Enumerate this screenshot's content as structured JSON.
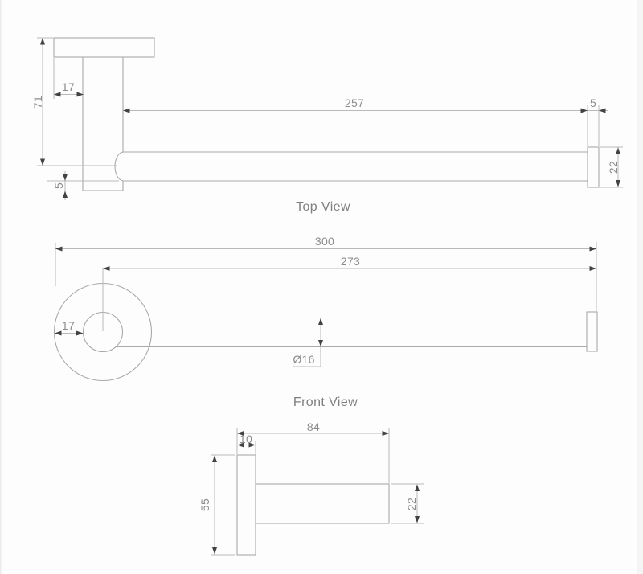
{
  "views": {
    "top": {
      "label": "Top View",
      "dims": {
        "total_depth": "71",
        "plate_edge_to_post": "17",
        "rail_length": "257",
        "end_cap_thickness": "5",
        "end_cap_diameter": "22",
        "post_overhang": "5"
      }
    },
    "front": {
      "label": "Front View",
      "dims": {
        "overall_width": "300",
        "center_to_end": "273",
        "plate_edge_to_post": "17",
        "rail_diameter": "Ø16"
      }
    },
    "side": {
      "dims": {
        "projection": "84",
        "plate_thickness": "10",
        "plate_diameter": "55",
        "post_diameter": "22"
      }
    }
  },
  "colors": {
    "background": "#fdfdfd",
    "outline": "#a9a9a9",
    "dimension_line": "#b9b9b9",
    "arrow": "#424242",
    "text": "#8c8c8c"
  }
}
